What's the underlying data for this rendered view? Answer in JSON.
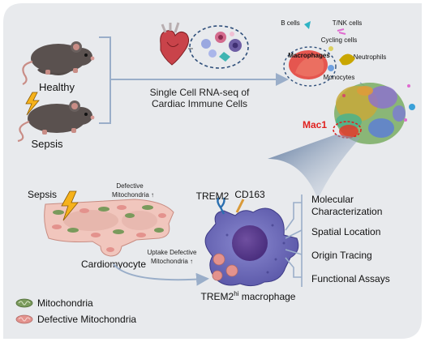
{
  "conditions": {
    "healthy": "Healthy",
    "sepsis": "Sepsis"
  },
  "method": {
    "line1": "Single Cell RNA-seq of",
    "line2": "Cardiac Immune Cells"
  },
  "cell_types": {
    "b_cells": "B cells",
    "t_nk_cells": "T/NK cells",
    "macrophages": "Macrophages",
    "cycling_cells": "Cycling cells",
    "neutrophils": "Neutrophils",
    "monocytes": "Monocytes"
  },
  "cluster_label": "Mac1",
  "cardio": {
    "sepsis": "Sepsis",
    "defective_line1": "Defective",
    "defective_line2": "Mitochondria ↑",
    "label": "Cardiomyocyte",
    "uptake_line1": "Uptake Defective",
    "uptake_line2": "Mitochondria ↑"
  },
  "macrophage": {
    "trem2": "TREM2",
    "cd163": "CD163",
    "label_main": "TREM2",
    "label_sup": "hi",
    "label_rest": " macrophage"
  },
  "analyses": [
    {
      "line1": "Molecular",
      "line2": "Characterization"
    },
    {
      "line1": "Spatial Location",
      "line2": ""
    },
    {
      "line1": "Origin Tracing",
      "line2": ""
    },
    {
      "line1": "Functional Assays",
      "line2": ""
    }
  ],
  "legend": {
    "mito": "Mitochondria",
    "defective": "Defective Mitochondria"
  },
  "colors": {
    "panel": "#e8eaed",
    "arrow": "#9aaec9",
    "macrophage": "#6b6bb8",
    "cardio": "#f1c6bd",
    "mito": "#7a9a5c",
    "defective": "#e3928d",
    "mac1": "#e0211f",
    "lightning": "#f6b21b"
  }
}
